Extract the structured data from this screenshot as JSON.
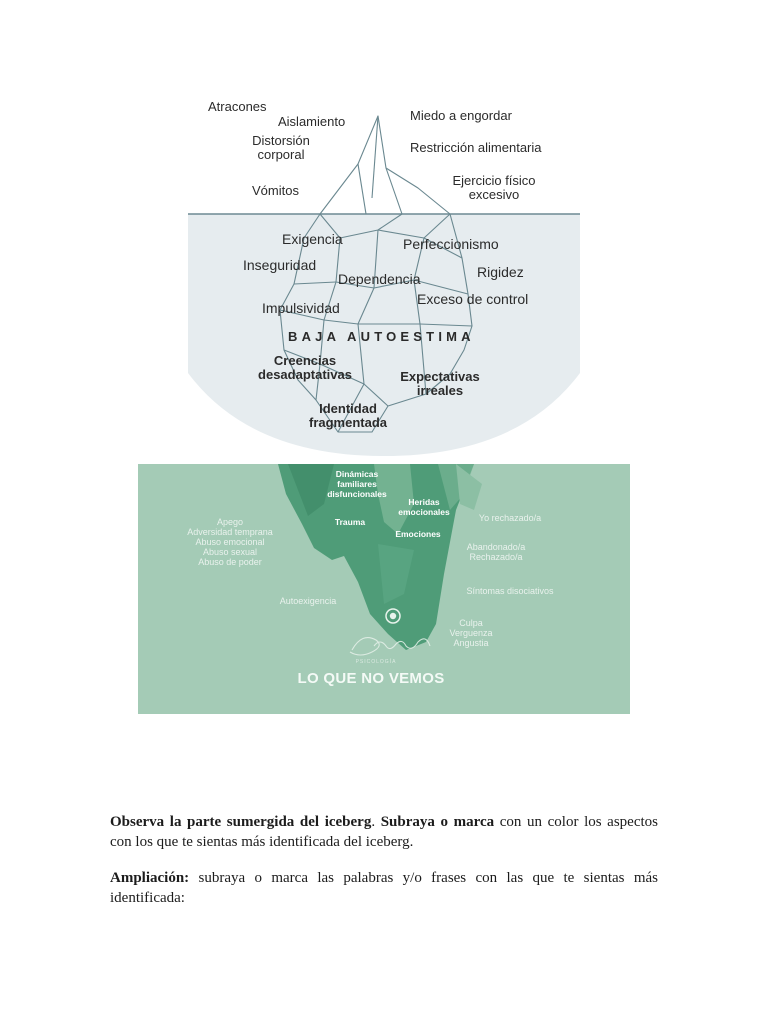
{
  "iceberg_top": {
    "visible_labels": {
      "atracones": "Atracones",
      "aislamiento": "Aislamiento",
      "distorsion_1": "Distorsión",
      "distorsion_2": "corporal",
      "vomitos": "Vómitos",
      "miedo": "Miedo a engordar",
      "restriccion": "Restricción alimentaria",
      "ejercicio_1": "Ejercicio físico",
      "ejercicio_2": "excesivo"
    },
    "submerged_labels": {
      "exigencia": "Exigencia",
      "inseguridad": "Inseguridad",
      "dependencia": "Dependencia",
      "perfeccionismo": "Perfeccionismo",
      "rigidez": "Rigidez",
      "exceso": "Exceso de control",
      "impulsividad": "Impulsividad",
      "core": "BAJA AUTOESTIMA",
      "creencias_1": "Creencias",
      "creencias_2": "desadaptativas",
      "expectativas_1": "Expectativas",
      "expectativas_2": "irreales",
      "identidad_1": "Identidad",
      "identidad_2": "fragmentada"
    },
    "colors": {
      "water": "#e6ecef",
      "line": "#5f7d86"
    }
  },
  "iceberg_bottom": {
    "dinamicas_1": "Dinámicas",
    "dinamicas_2": "familiares",
    "dinamicas_3": "disfuncionales",
    "heridas_1": "Heridas",
    "heridas_2": "emocionales",
    "trauma": "Trauma",
    "emociones": "Emociones",
    "rechazado": "Yo rechazado/a",
    "apego": "Apego",
    "adversidad": "Adversidad temprana",
    "abuso_emocional": "Abuso emocional",
    "abuso_sexual": "Abuso sexual",
    "abuso_poder": "Abuso de poder",
    "abandonado": "Abandonado/a",
    "rechazado2": "Rechazado/a",
    "sintomas": "Síntomas disociativos",
    "autoexigencia": "Autoexigencia",
    "culpa": "Culpa",
    "verguenza": "Verguenza",
    "angustia": "Angustia",
    "logo_sub": "PSICOLOGÍA",
    "headline": "LO QUE NO VEMOS",
    "colors": {
      "bg": "#a4cbb6",
      "berg": "#4f9c78",
      "berg_light": "#7fb99a"
    }
  },
  "instructions": {
    "p1_bold1": "Observa la parte sumergida del iceberg",
    "p1_dot": ". ",
    "p1_bold2": "Subraya o marca",
    "p1_rest": " con un color los aspectos con los que te sientas más identificada del iceberg.",
    "p2_bold": "Ampliación:",
    "p2_rest": " subraya o marca las palabras y/o frases con las que te sientas más identificada:"
  }
}
